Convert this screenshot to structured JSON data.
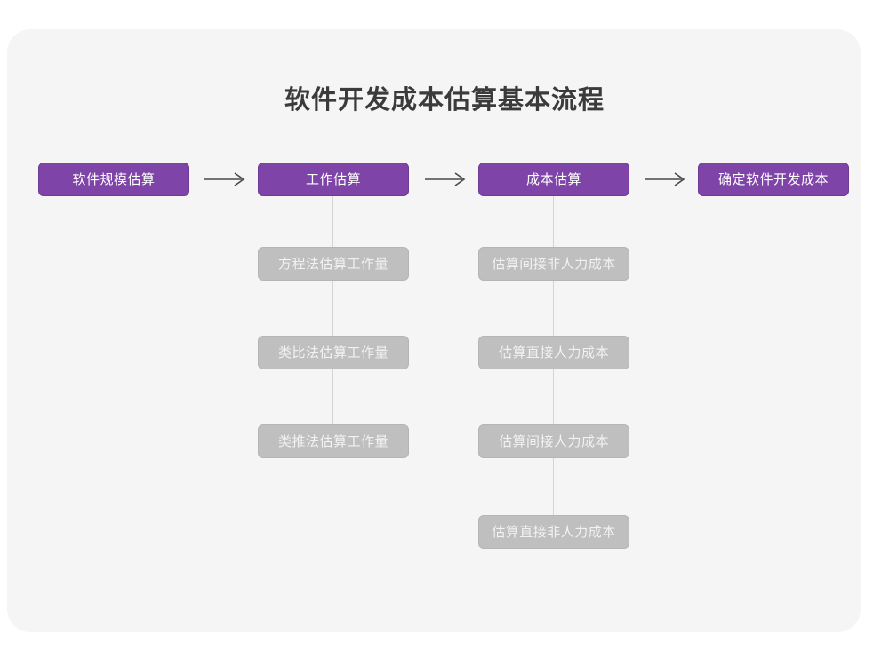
{
  "diagram": {
    "title": "软件开发成本估算基本流程",
    "colors": {
      "card_background": "#f5f5f5",
      "page_background": "#ffffff",
      "primary_node": "#7e44a8",
      "primary_node_border": "#6f3a96",
      "primary_node_text": "#ffffff",
      "secondary_node": "#bfbfbf",
      "secondary_node_border": "#b5b5b5",
      "secondary_node_text": "#f2f2f2",
      "connector_line": "#d4d4d4",
      "arrow": "#4a4a4a",
      "title_text": "#3b3b3b"
    },
    "stages": [
      {
        "id": "stage-1",
        "label": "软件规模估算",
        "substeps": []
      },
      {
        "id": "stage-2",
        "label": "工作估算",
        "substeps": [
          "方程法估算工作量",
          "类比法估算工作量",
          "类推法估算工作量"
        ]
      },
      {
        "id": "stage-3",
        "label": "成本估算",
        "substeps": [
          "估算间接非人力成本",
          "估算直接人力成本",
          "估算间接人力成本",
          "估算直接非人力成本"
        ]
      },
      {
        "id": "stage-4",
        "label": "确定软件开发成本",
        "substeps": []
      }
    ],
    "arrows": [
      {
        "id": "arrow-1",
        "from": "stage-1",
        "to": "stage-2",
        "glyph": "long-right-arrow"
      },
      {
        "id": "arrow-2",
        "from": "stage-2",
        "to": "stage-3",
        "glyph": "long-right-arrow"
      },
      {
        "id": "arrow-3",
        "from": "stage-3",
        "to": "stage-4",
        "glyph": "long-right-arrow"
      }
    ]
  }
}
